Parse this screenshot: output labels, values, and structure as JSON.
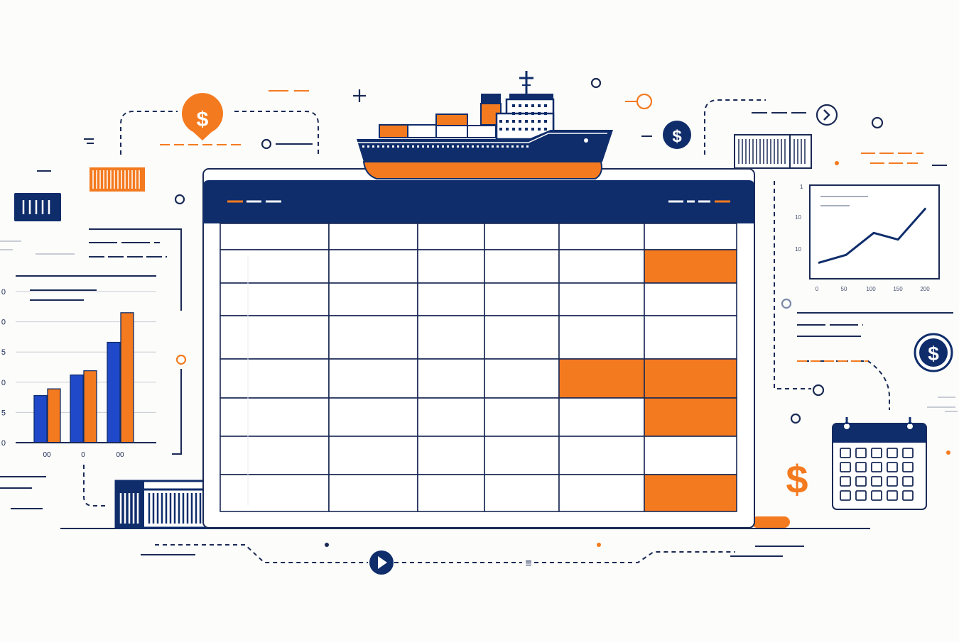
{
  "colors": {
    "navy": "#0f2d6b",
    "orange": "#f47a1f",
    "blue": "#1f49c9",
    "line": "#1a2a55",
    "grid": "#c8ccd6",
    "background": "#fcfcfa"
  },
  "icons": {
    "currency_symbol": "$",
    "menu_glyph": "≡"
  },
  "spreadsheet": {
    "rows": 8,
    "cols": 6,
    "highlighted_cells": [
      [
        1,
        5
      ],
      [
        4,
        4
      ],
      [
        4,
        5
      ],
      [
        5,
        5
      ],
      [
        7,
        5
      ]
    ]
  },
  "bar_chart": {
    "chart_data": {
      "type": "bar",
      "categories": [
        "00",
        "0",
        "00"
      ],
      "y_tick_labels": [
        "0",
        "5",
        "0",
        "5",
        "0",
        "0"
      ],
      "series": [
        {
          "values": [
            7.8,
            11.2,
            16.6
          ]
        },
        {
          "values": [
            8.9,
            11.9,
            21.5
          ]
        }
      ],
      "ylim": [
        0,
        25
      ],
      "grid": true
    }
  },
  "line_chart": {
    "chart_data": {
      "type": "line",
      "x_tick_labels": [
        "0",
        "50",
        "100",
        "150",
        "200"
      ],
      "y_tick_labels": [
        "10",
        "10"
      ],
      "top_tick_label": "1",
      "series": [
        {
          "x": [
            0,
            40,
            80,
            115,
            155
          ],
          "y": [
            10,
            22,
            55,
            45,
            92
          ]
        }
      ],
      "xlim": [
        0,
        160
      ],
      "ylim": [
        0,
        100
      ]
    }
  }
}
